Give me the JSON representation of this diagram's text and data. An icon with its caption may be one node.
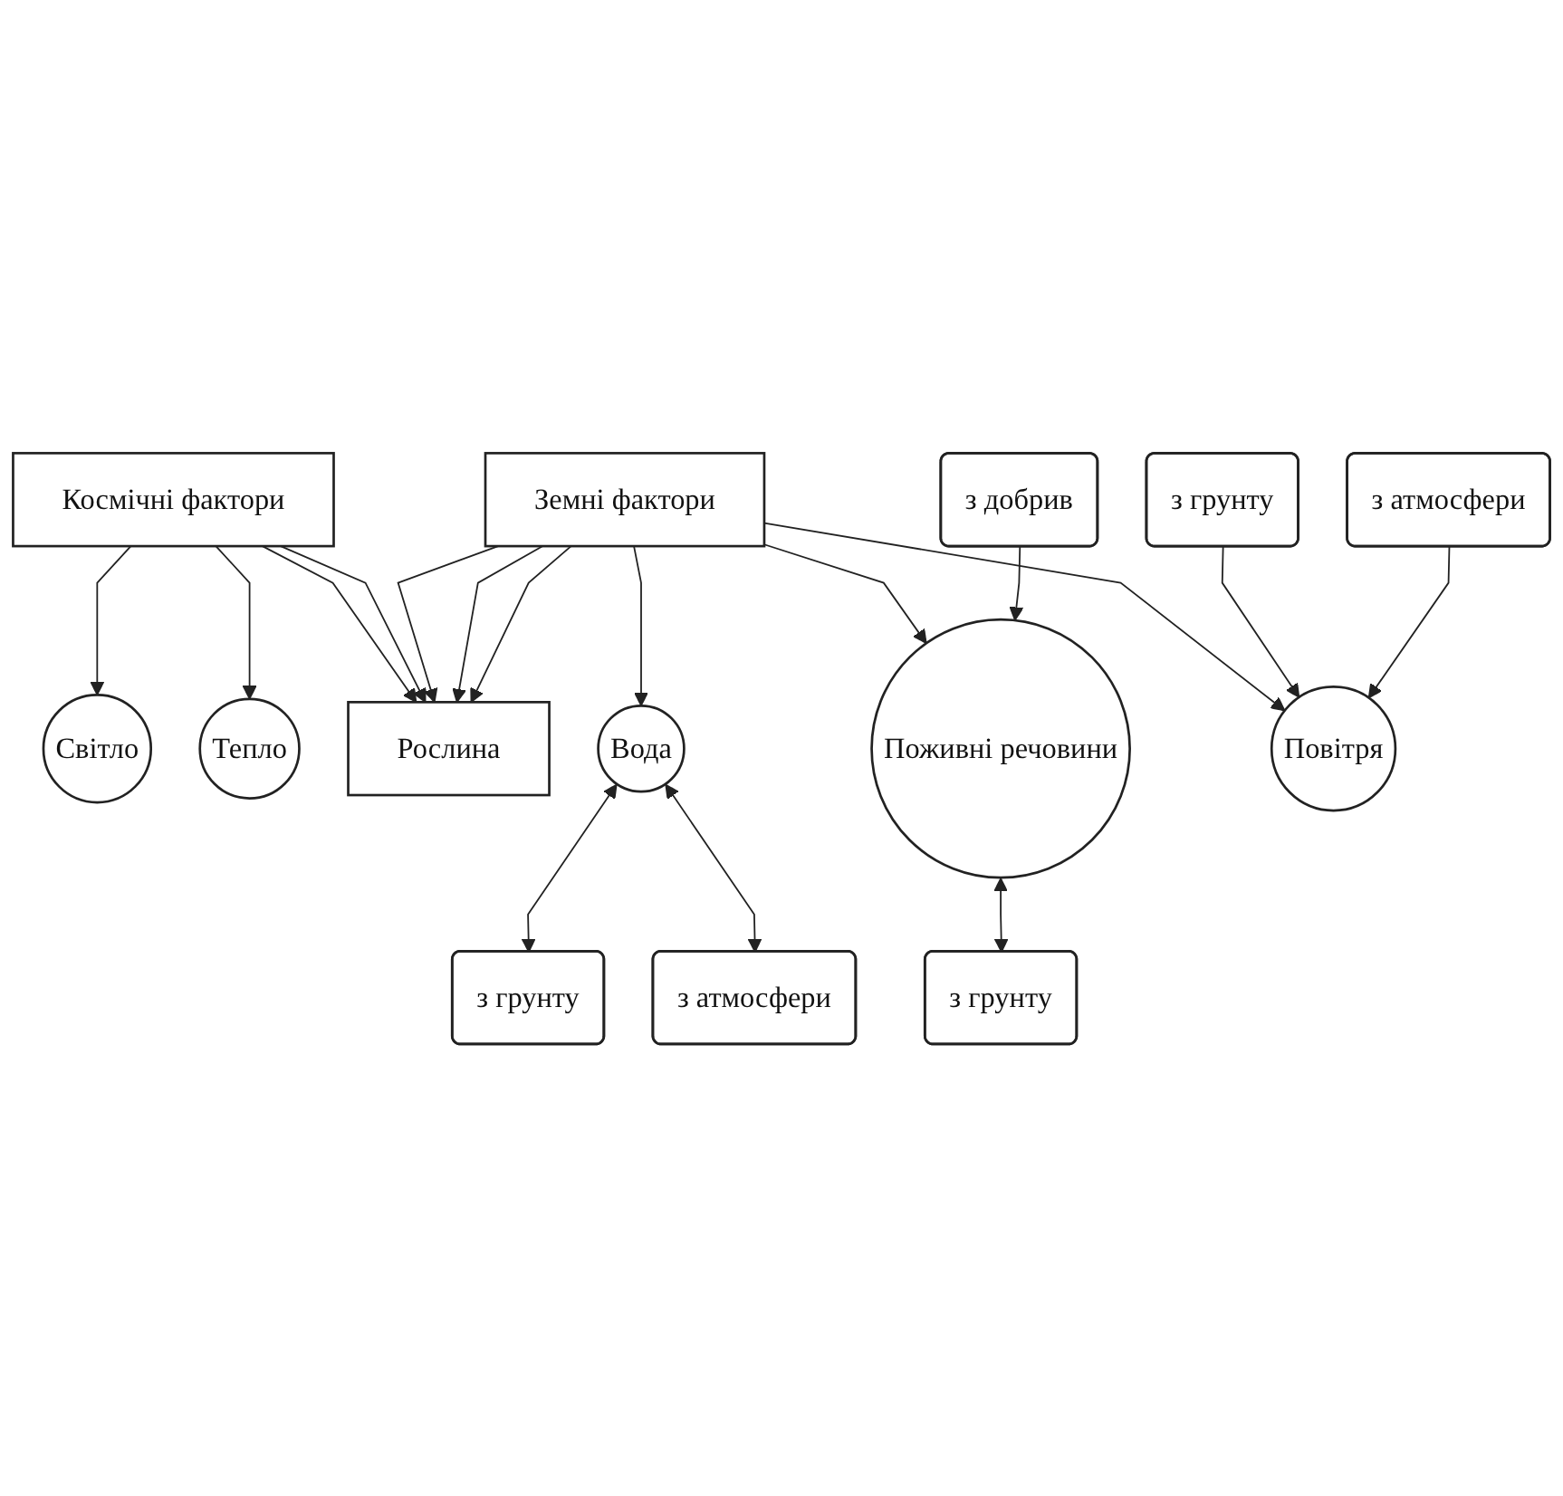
{
  "diagram": {
    "nodes": [
      {
        "text": [
          "Світло"
        ]
      },
      {
        "text": [
          "Тепло"
        ]
      },
      {
        "text": [
          "Космічні фактори"
        ]
      },
      {
        "text": [
          "Рослина"
        ]
      },
      {
        "text": [
          "Земні фактори"
        ]
      },
      {
        "text": [
          "Вода"
        ]
      },
      {
        "text": [
          "Поживні речовини"
        ]
      },
      {
        "text": [
          "Повітря"
        ]
      },
      {
        "text": [
          "з грунту"
        ]
      },
      {
        "text": [
          "з атмосфери"
        ]
      },
      {
        "text": [
          "з грунту"
        ]
      },
      {
        "text": [
          "з атмосфери"
        ]
      },
      {
        "text": [
          "з грунту"
        ]
      },
      {
        "text": [
          "з добрив"
        ]
      }
    ],
    "edges": [
      {
        "from": 2,
        "to": 0,
        "arrow": "to"
      },
      {
        "from": 2,
        "to": 1,
        "arrow": "to"
      },
      {
        "from": 2,
        "to": 3,
        "arrow": "to"
      },
      {
        "from": 2,
        "to": 3,
        "arrow": "to"
      },
      {
        "from": 4,
        "to": 3,
        "arrow": "to"
      },
      {
        "from": 4,
        "to": 3,
        "arrow": "to"
      },
      {
        "from": 4,
        "to": 3,
        "arrow": "to"
      },
      {
        "from": 4,
        "to": 5,
        "arrow": "to"
      },
      {
        "from": 4,
        "to": 6,
        "arrow": "to"
      },
      {
        "from": 4,
        "to": 7,
        "arrow": "to"
      },
      {
        "from": 5,
        "to": 8,
        "arrow": "both"
      },
      {
        "from": 5,
        "to": 9,
        "arrow": "both"
      },
      {
        "from": 10,
        "to": 7,
        "arrow": "to"
      },
      {
        "from": 11,
        "to": 7,
        "arrow": "to"
      },
      {
        "from": 6,
        "to": 12,
        "arrow": "both"
      },
      {
        "from": 13,
        "to": 6,
        "arrow": "to"
      }
    ]
  }
}
